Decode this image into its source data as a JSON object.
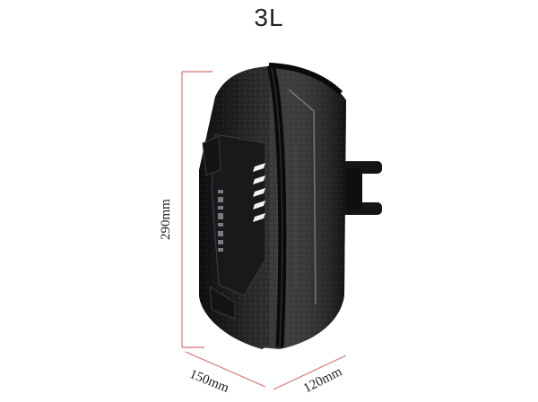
{
  "product": {
    "capacity_label": "3L",
    "image_name": "hard-shell-scooter-handlebar-bag-photo",
    "colors": {
      "shell": "#1c1c1e",
      "zipper": "#0d0d0d",
      "dimension_line": "#d98a8a",
      "reflective_stripes": "#f2f2f2"
    }
  },
  "dimensions": {
    "height": "290mm",
    "width": "150mm",
    "depth": "120mm"
  }
}
